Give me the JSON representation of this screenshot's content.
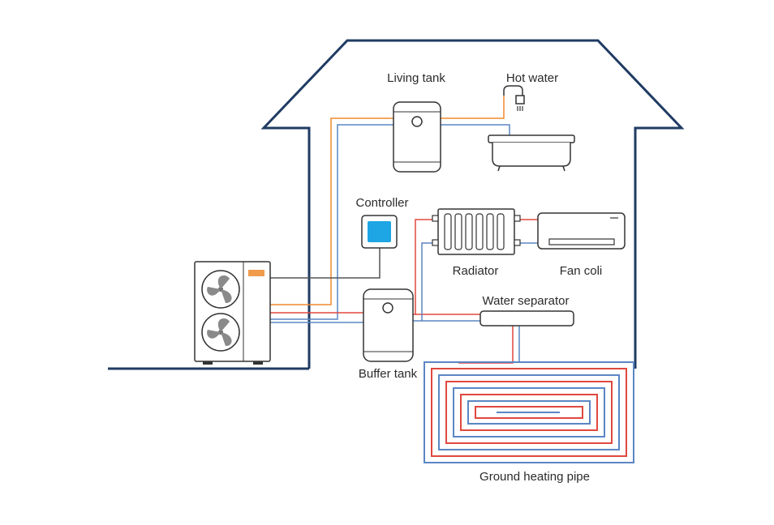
{
  "labels": {
    "living_tank": "Living tank",
    "hot_water": "Hot water",
    "controller": "Controller",
    "radiator": "Radiator",
    "fan_coil": "Fan coli",
    "water_separator": "Water separator",
    "buffer_tank": "Buffer tank",
    "ground_heating_pipe": "Ground heating pipe"
  },
  "colors": {
    "house_outline": "#1f3b63",
    "hot_pipe": "#e0483f",
    "cold_pipe": "#5b86c4",
    "domestic_hot_pipe": "#ef8a2e",
    "controller_screen": "#1ea5e3",
    "device_stroke": "#333333"
  },
  "icons": {
    "heat_pump": "heat-pump-unit-icon",
    "living_tank": "water-tank-icon",
    "bathtub": "bathtub-icon",
    "controller": "controller-icon",
    "radiator": "radiator-icon",
    "fan_coil": "fan-coil-icon",
    "buffer_tank": "buffer-tank-icon",
    "separator": "water-separator-icon",
    "floor_pipe": "floor-heating-coil-icon"
  }
}
